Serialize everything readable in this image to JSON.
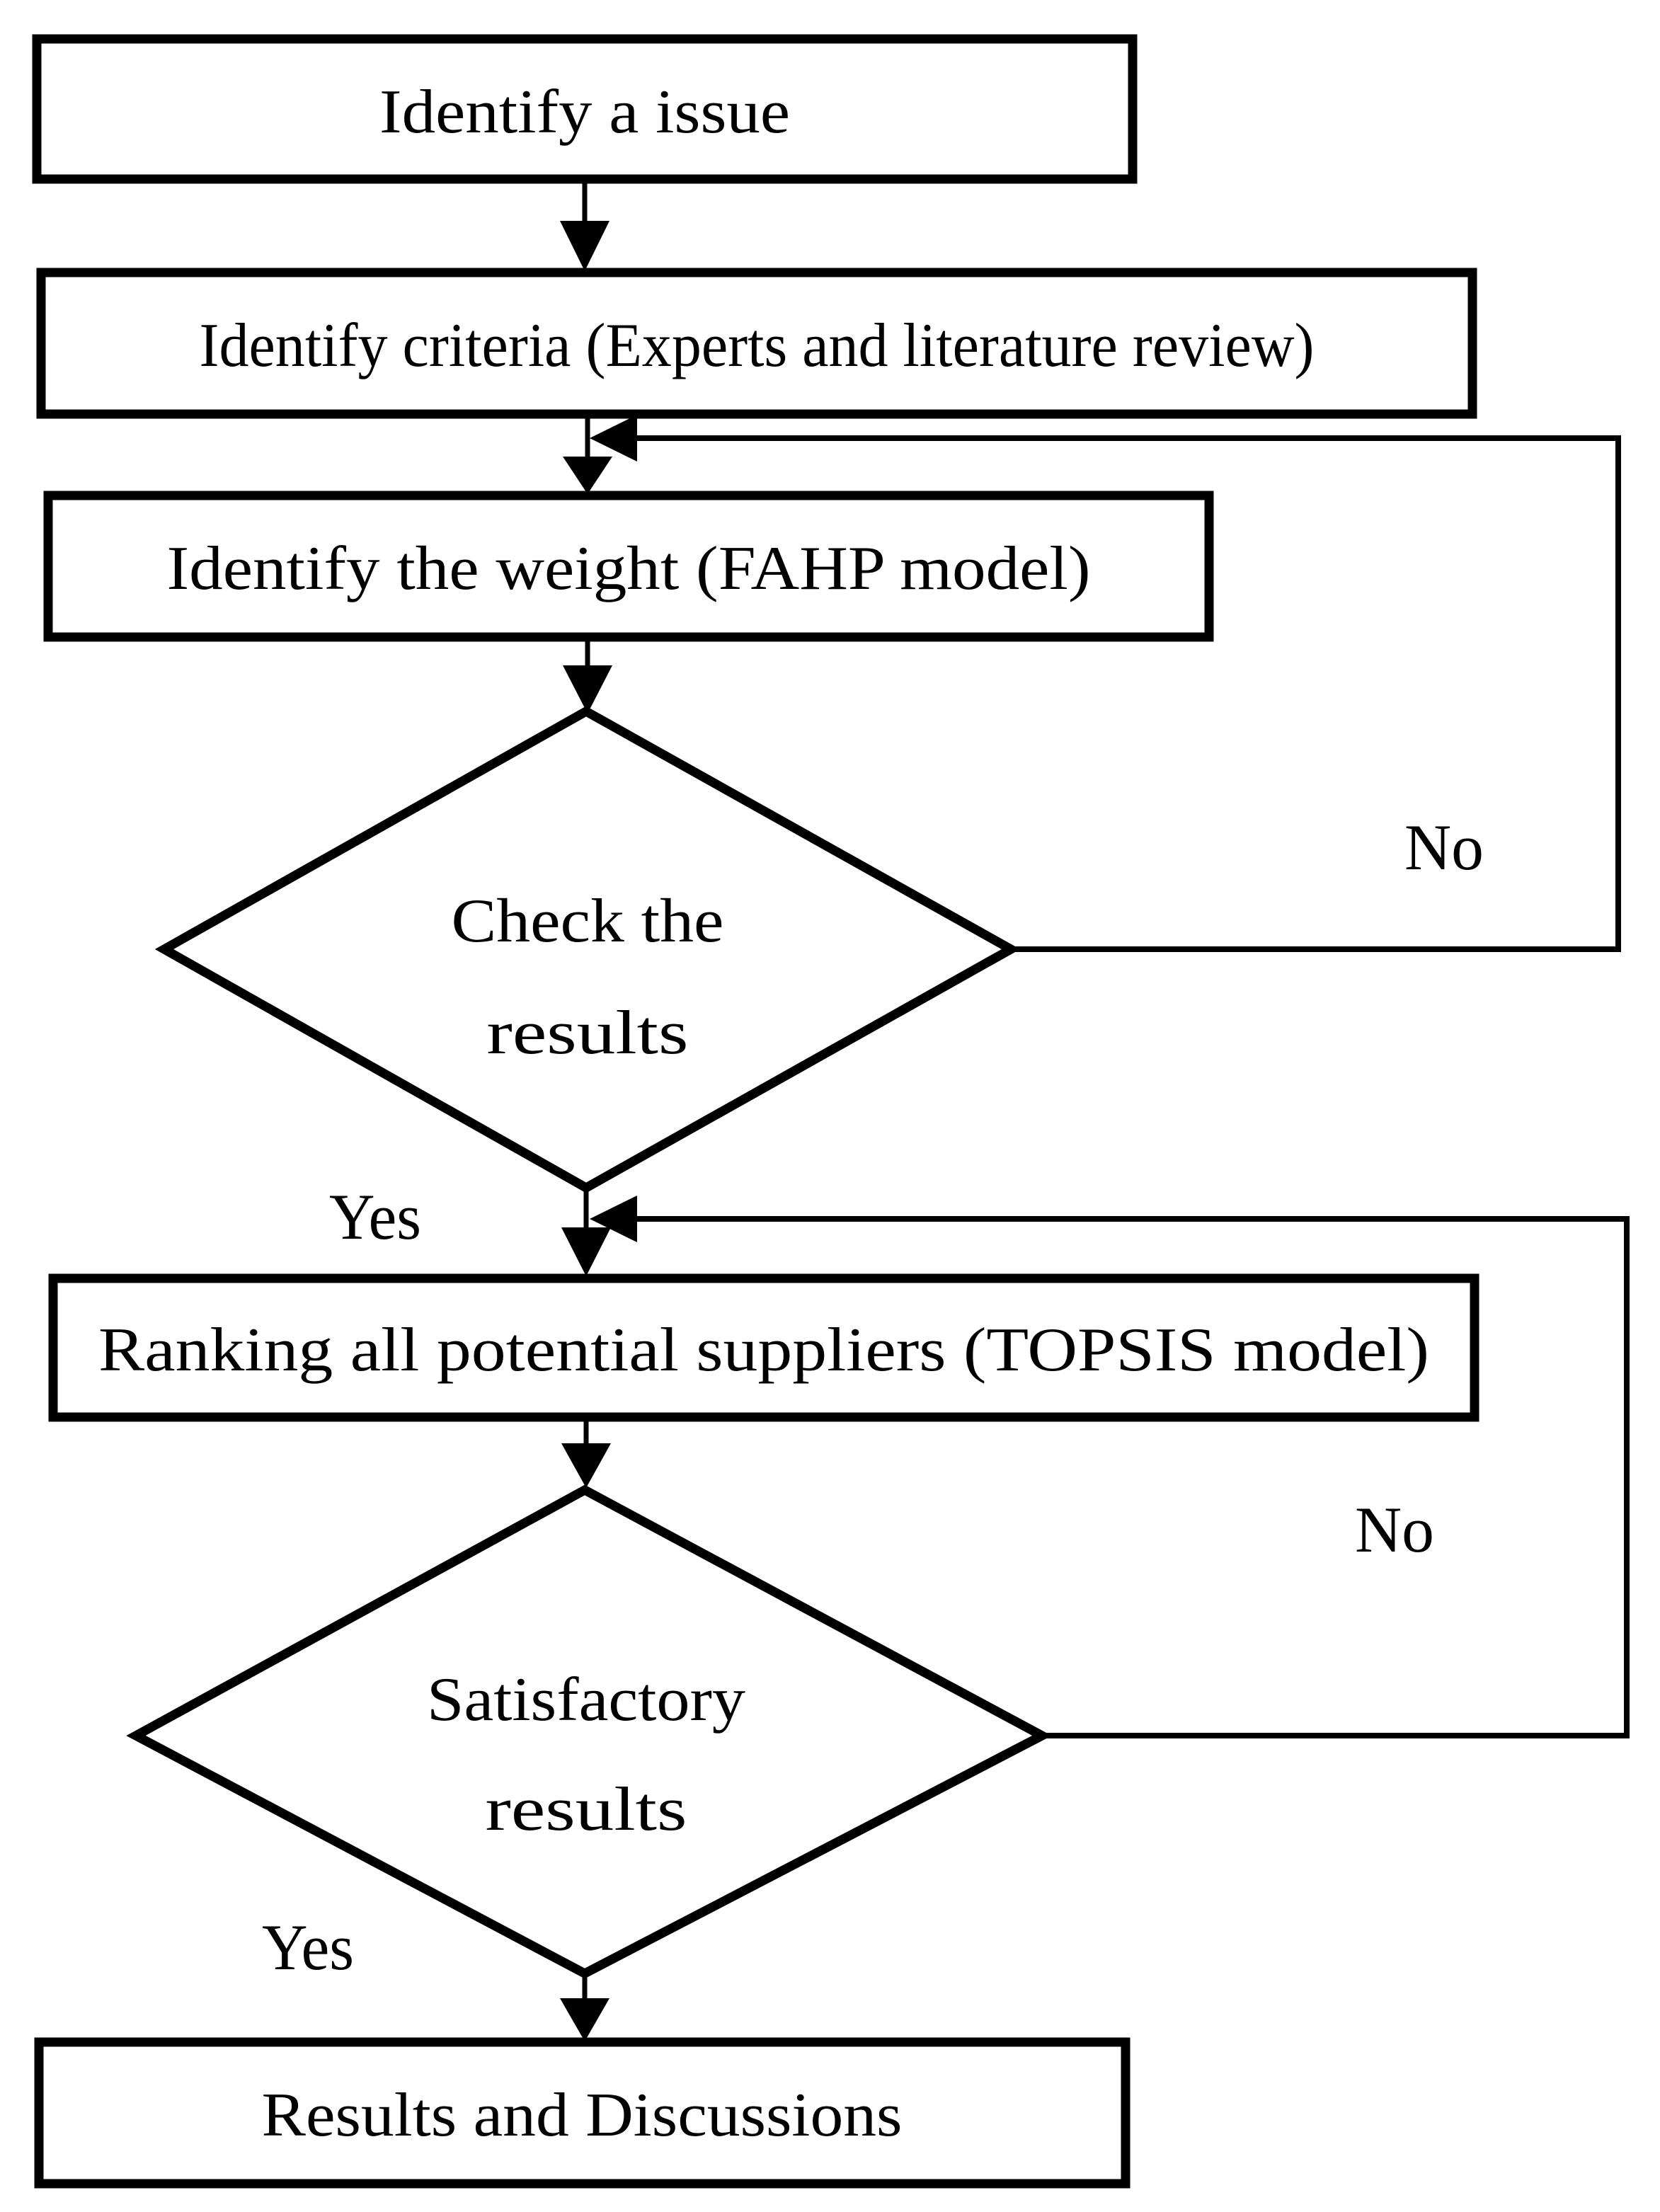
{
  "flow": {
    "boxes": {
      "identify_issue": "Identify a issue",
      "identify_criteria": "Identify criteria (Experts and literature review)",
      "identify_weight": "Identify the weight (FAHP model)",
      "ranking_suppliers": "Ranking all potential suppliers (TOPSIS model)",
      "results_discussions": "Results and Discussions"
    },
    "decisions": {
      "check_results": {
        "line1": "Check the",
        "line2": "results"
      },
      "satisfactory": {
        "line1": "Satisfactory",
        "line2": "results"
      }
    },
    "branch_labels": {
      "check_yes": "Yes",
      "check_no": "No",
      "satisfactory_yes": "Yes",
      "satisfactory_no": "No"
    },
    "colors": {
      "stroke": "#000000",
      "background": "#ffffff"
    }
  }
}
